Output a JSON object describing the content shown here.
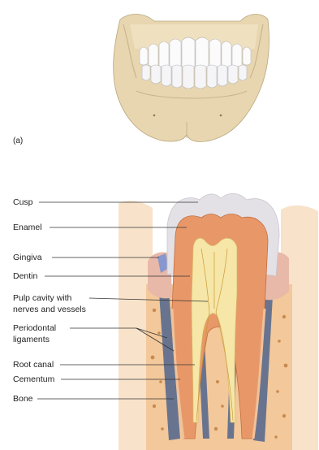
{
  "panel_a": {
    "label": "(a)"
  },
  "labels": [
    {
      "id": "cusp",
      "lines": [
        "Cusp"
      ]
    },
    {
      "id": "enamel",
      "lines": [
        "Enamel"
      ]
    },
    {
      "id": "gingiva",
      "lines": [
        "Gingiva"
      ]
    },
    {
      "id": "dentin",
      "lines": [
        "Dentin"
      ]
    },
    {
      "id": "pulp",
      "lines": [
        "Pulp cavity with",
        "nerves and vessels"
      ]
    },
    {
      "id": "periodontal",
      "lines": [
        "Periodontal",
        "ligaments"
      ]
    },
    {
      "id": "root-canal",
      "lines": [
        "Root canal"
      ]
    },
    {
      "id": "cementum",
      "lines": [
        "Cementum"
      ]
    },
    {
      "id": "bone",
      "lines": [
        "Bone"
      ]
    }
  ],
  "colors": {
    "skull_bone": "#e9d8b4",
    "enamel": "#e3e1e6",
    "dentin": "#e89868",
    "pulp": "#f6e6a8",
    "gingiva": "#e8b8a8",
    "bone_tissue": "#f3c89a",
    "periodontal": "#5a6b8e"
  }
}
